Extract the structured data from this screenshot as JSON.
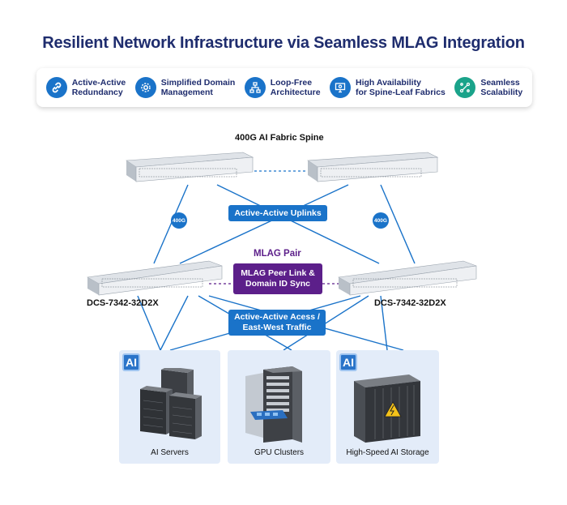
{
  "title": "Resilient Network Infrastructure via Seamless MLAG Integration",
  "features": [
    {
      "label": "Active-Active\nRedundancy",
      "icon": "link-icon",
      "color": "#1a73c9"
    },
    {
      "label": "Simplified Domain\nManagement",
      "icon": "gear-icon",
      "color": "#1a73c9"
    },
    {
      "label": "Loop-Free\nArchitecture",
      "icon": "hierarchy-icon",
      "color": "#1a73c9"
    },
    {
      "label": "High Availability\nfor Spine-Leaf Fabrics",
      "icon": "monitor-icon",
      "color": "#1a73c9"
    },
    {
      "label": "Seamless\nScalability",
      "icon": "expand-icon",
      "color": "#1aa38a"
    }
  ],
  "diagram": {
    "spine_label": "400G AI Fabric Spine",
    "uplinks_label": "Active-Active Uplinks",
    "speed_left": "400G",
    "speed_right": "400G",
    "mlag_pair_label": "MLAG Pair",
    "peer_link_label": "MLAG Peer Link &\nDomain ID Sync",
    "leaf_left_label": "DCS-7342-32D2X",
    "leaf_right_label": "DCS-7342-32D2X",
    "access_label": "Active-Active Acess /\nEast-West Traffic",
    "ai_badge": "AI",
    "endpoints": [
      {
        "label": "AI Servers"
      },
      {
        "label": "GPU Clusters"
      },
      {
        "label": "High-Speed AI Storage"
      }
    ]
  },
  "colors": {
    "title": "#1f2d6e",
    "link": "#1a73c9",
    "peer": "#5c1f8a",
    "card": "#e3ecf9"
  }
}
